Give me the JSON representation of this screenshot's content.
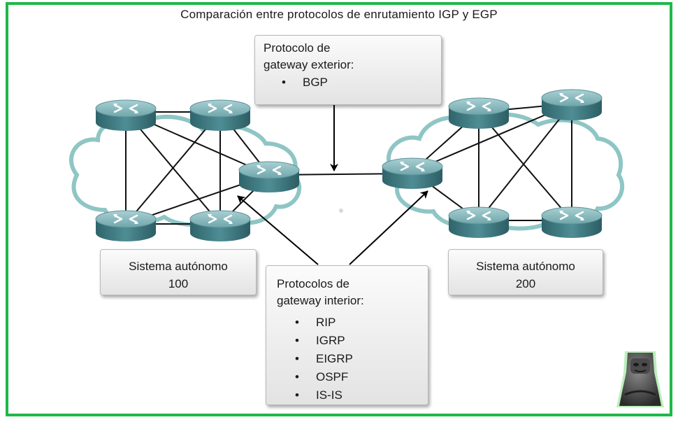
{
  "title": "Comparación entre protocolos de enrutamiento IGP y EGP",
  "egp_box": {
    "heading_line1": "Protocolo de",
    "heading_line2": "gateway exterior:",
    "items": [
      "BGP"
    ]
  },
  "igp_box": {
    "heading_line1": "Protocolos de",
    "heading_line2": "gateway interior:",
    "items": [
      "RIP",
      "IGRP",
      "EIGRP",
      "OSPF",
      "IS-IS"
    ]
  },
  "as_left": {
    "line1": "Sistema autónomo",
    "line2": "100"
  },
  "as_right": {
    "line1": "Sistema autónomo",
    "line2": "200"
  },
  "colors": {
    "frame": "#1fb84a",
    "router_top": "#7fb3b7",
    "router_body": "#3f7b82",
    "cloud_outline": "#8fc5c5"
  },
  "icons": [
    "router-icon",
    "cloud-shape",
    "arrow-icon",
    "mascot-figure"
  ]
}
